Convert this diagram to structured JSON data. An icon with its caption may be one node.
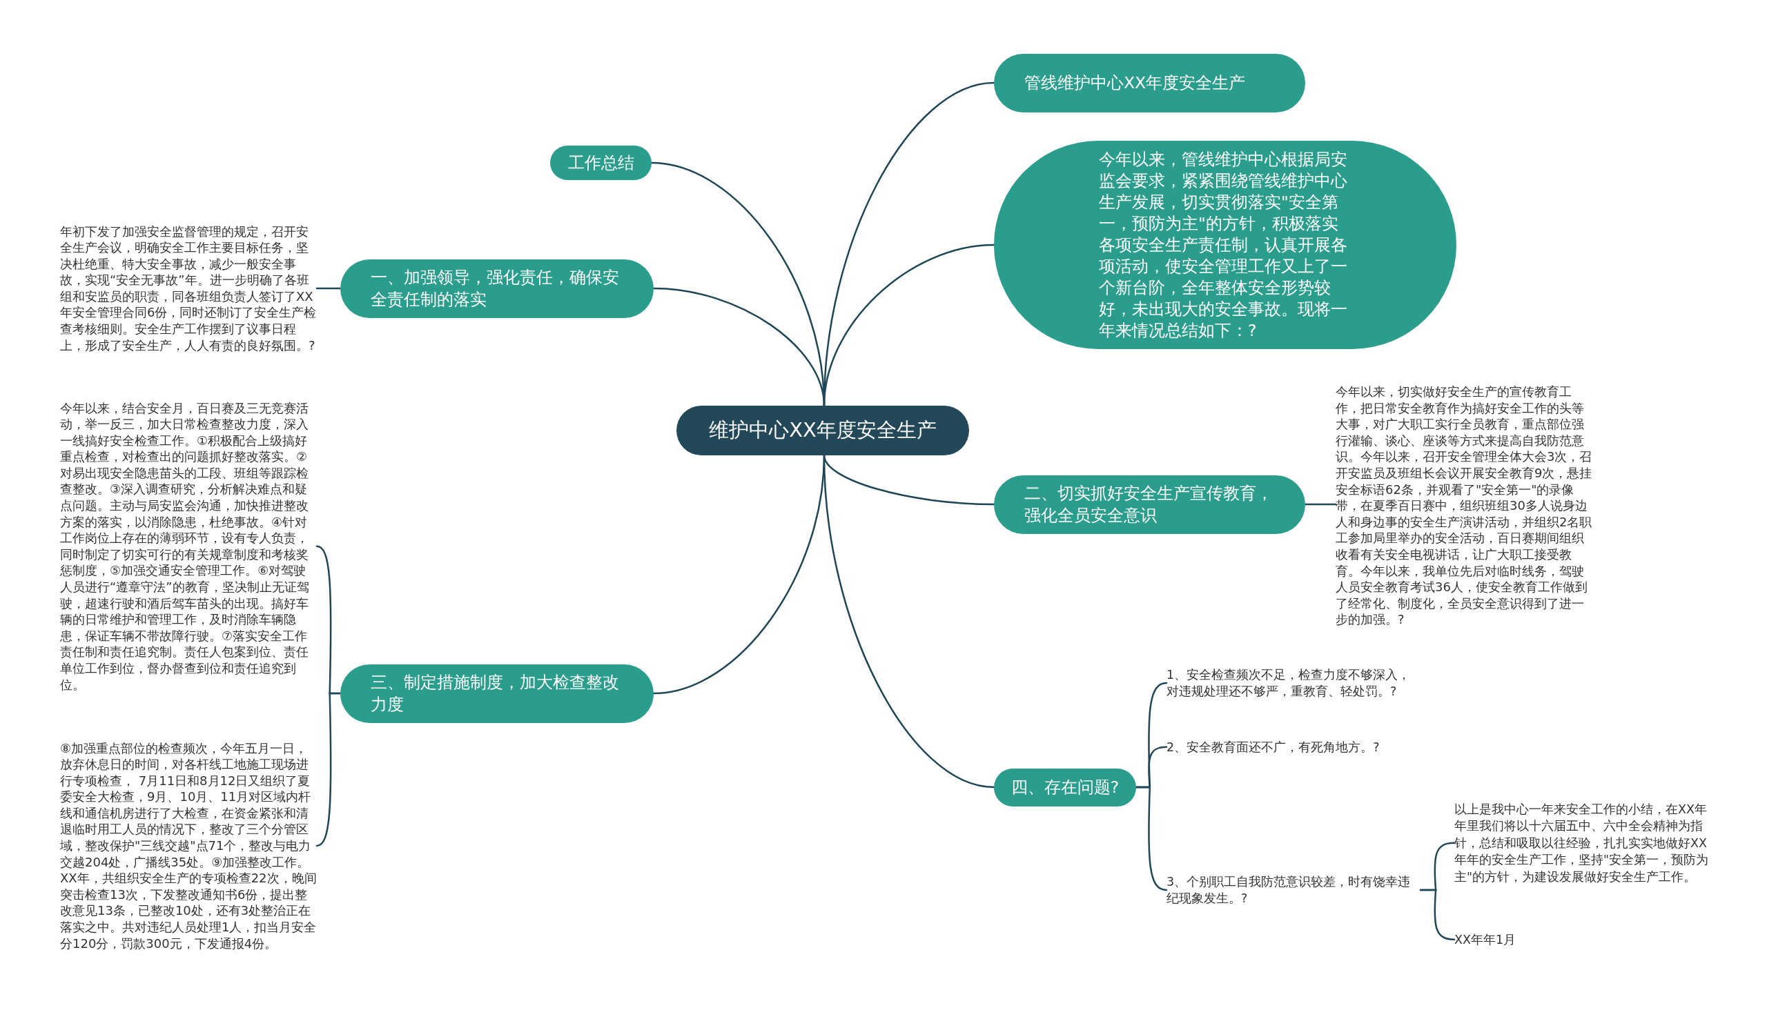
{
  "diagram": {
    "nodes": [
      {
        "text": [
          "维护中心XX年度安全生产"
        ]
      },
      {
        "text": [
          "管线维护中心XX年度安全生产"
        ]
      },
      {
        "text": [
          "今年以来，管线维护中心根据局安监会要求，紧紧围绕管线维护中心生产发展，切实贯彻落实\"安全第一，预防为主\"的方针，积极落实各项安全生产责任制，认真开展各项活动，使安全管理工作又上了一个新台阶，全年整体安全形势较好，未出现大的安全事故。现将一年来情况总结如下：?"
        ]
      },
      {
        "text": [
          "二、切实抓好安全生产宣传教育，强化全员安全意识"
        ]
      },
      {
        "text": [
          "今年以来，切实做好安全生产的宣传教育工作，把日常安全教育作为搞好安全工作的头等大事，对广大职工实行全员教育，重点部位强行灌输、谈心、座谈等方式来提高自我防范意识。今年以来，召开安全管理全体大会3次，召开安监员及班组长会议开展安全教育9次，悬挂安全标语62条，并观看了\"安全第一\"的录像带，在夏季百日赛中，组织班组30多人说身边人和身边事的安全生产演讲活动，并组织2名职工参加局里举办的安全活动，百日赛期间组织收看有关安全电视讲话，让广大职工接受教育。今年以来，我单位先后对临时线务，驾驶人员安全教育考试36人，使安全教育工作做到了经常化、制度化，全员安全意识得到了进一步的加强。?"
        ]
      },
      {
        "text": [
          "四、存在问题?"
        ]
      },
      {
        "text": [
          "1、安全检查频次不足，检查力度不够深入，对违规处理还不够严，重教育、轻处罚。?"
        ]
      },
      {
        "text": [
          "2、安全教育面还不广，有死角地方。?"
        ]
      },
      {
        "text": [
          "3、个别职工自我防范意识较差，时有饶幸违纪现象发生。?"
        ]
      },
      {
        "text": [
          "以上是我中心一年来安全工作的小结，在XX年年里我们将以十六届五中、六中全会精神为指针，总结和吸取以往经验，扎扎实实地做好XX年年的安全生产工作，坚持\"安全第一，预防为主\"的方针，为建设发展做好安全生产工作。"
        ]
      },
      {
        "text": [
          "XX年年1月"
        ]
      },
      {
        "text": [
          "工作总结"
        ]
      },
      {
        "text": [
          "一、加强领导，强化责任，确保安全责任制的落实"
        ]
      },
      {
        "text": [
          "年初下发了加强安全监督管理的规定，召开安全生产会议，明确安全工作主要目标任务，坚决杜绝重、特大安全事故，减少一般安全事故，实现“安全无事故”年。进一步明确了各班组和安监员的职责，同各班组负责人签订了XX年安全管理合同6份，同时还制订了安全生产检查考核细则。安全生产工作摆到了议事日程上，形成了安全生产，人人有责的良好氛围。?"
        ]
      },
      {
        "text": [
          "三、制定措施制度，加大检查整改力度"
        ]
      },
      {
        "text": [
          "今年以来，结合安全月，百日赛及三无竞赛活动，举一反三，加大日常检查整改力度，深入一线搞好安全检查工作。①积极配合上级搞好重点检查，对检查出的问题抓好整改落实。②对易出现安全隐患苗头的工段、班组等跟踪检查整改。③深入调查研究，分析解决难点和疑点问题。主动与局安监会沟通，加快推进整改方案的落实，以消除隐患，杜绝事故。④针对工作岗位上存在的薄弱环节，设有专人负责，同时制定了切实可行的有关规章制度和考核奖惩制度，⑤加强交通安全管理工作。⑥对驾驶人员进行“遵章守法”的教育，坚决制止无证驾驶，超速行驶和酒后驾车苗头的出现。搞好车辆的日常维护和管理工作，及时消除车辆隐患，保证车辆不带故障行驶。⑦落实安全工作责任制和责任追究制。责任人包案到位、责任单位工作到位，督办督查到位和责任追究到位。"
        ]
      },
      {
        "text": [
          "⑧加强重点部位的检查频次，今年五月一日，放弃休息日的时间，对各杆线工地施工现场进行专项检查， 7月11日和8月12日又组织了夏委安全大检查，9月、10月、11月对区域内杆线和通信机房进行了大检查，在资金紧张和清退临时用工人员的情况下，整改了三个分管区域，整改保护\"三线交越\"点71个，整改与电力交越204处，广播线35处。⑨加强整改工作。XX年，共组织安全生产的专项检查22次，晚间突击检查13次，下发整改通知书6份，提出整改意见13条，已整改10处，还有3处整治正在落实之中。共对违纪人员处理1人，扣当月安全分120分，罚款300元，下发通报4份。"
        ]
      }
    ],
    "edges": [
      {
        "from": 0,
        "to": 1,
        "arrow": "none"
      },
      {
        "from": 0,
        "to": 2,
        "arrow": "none"
      },
      {
        "from": 0,
        "to": 3,
        "arrow": "none"
      },
      {
        "from": 3,
        "to": 4,
        "arrow": "none"
      },
      {
        "from": 0,
        "to": 5,
        "arrow": "none"
      },
      {
        "from": 5,
        "to": 6,
        "arrow": "none"
      },
      {
        "from": 5,
        "to": 7,
        "arrow": "none"
      },
      {
        "from": 5,
        "to": 8,
        "arrow": "none"
      },
      {
        "from": 8,
        "to": 9,
        "arrow": "none"
      },
      {
        "from": 8,
        "to": 10,
        "arrow": "none"
      },
      {
        "from": 0,
        "to": 11,
        "arrow": "none"
      },
      {
        "from": 0,
        "to": 12,
        "arrow": "none"
      },
      {
        "from": 12,
        "to": 13,
        "arrow": "none"
      },
      {
        "from": 0,
        "to": 14,
        "arrow": "none"
      },
      {
        "from": 14,
        "to": 15,
        "arrow": "none"
      },
      {
        "from": 14,
        "to": 16,
        "arrow": "none"
      }
    ]
  }
}
